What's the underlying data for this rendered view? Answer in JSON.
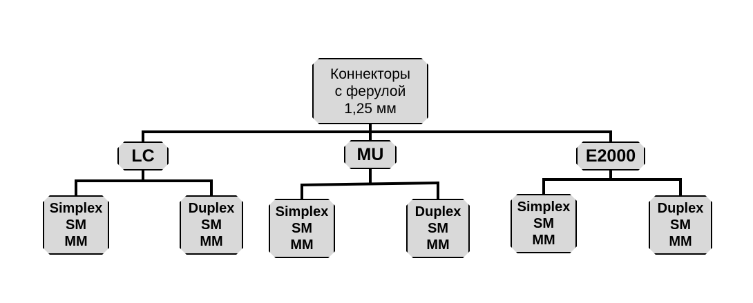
{
  "root": {
    "lines": [
      "Коннекторы",
      "с ферулой",
      "1,25 мм"
    ]
  },
  "groups": [
    {
      "label": "LC",
      "children": [
        {
          "lines": [
            "Simplex",
            "SM",
            "MM"
          ]
        },
        {
          "lines": [
            "Duplex",
            "SM",
            "MM"
          ]
        }
      ]
    },
    {
      "label": "MU",
      "children": [
        {
          "lines": [
            "Simplex",
            "SM",
            "MM"
          ]
        },
        {
          "lines": [
            "Duplex",
            "SM",
            "MM"
          ]
        }
      ]
    },
    {
      "label": "E2000",
      "children": [
        {
          "lines": [
            "Simplex",
            "SM",
            "MM"
          ]
        },
        {
          "lines": [
            "Duplex",
            "SM",
            "MM"
          ]
        }
      ]
    }
  ],
  "colors": {
    "fill": "#d9d9d9",
    "stroke": "#000000",
    "background": "#ffffff"
  }
}
